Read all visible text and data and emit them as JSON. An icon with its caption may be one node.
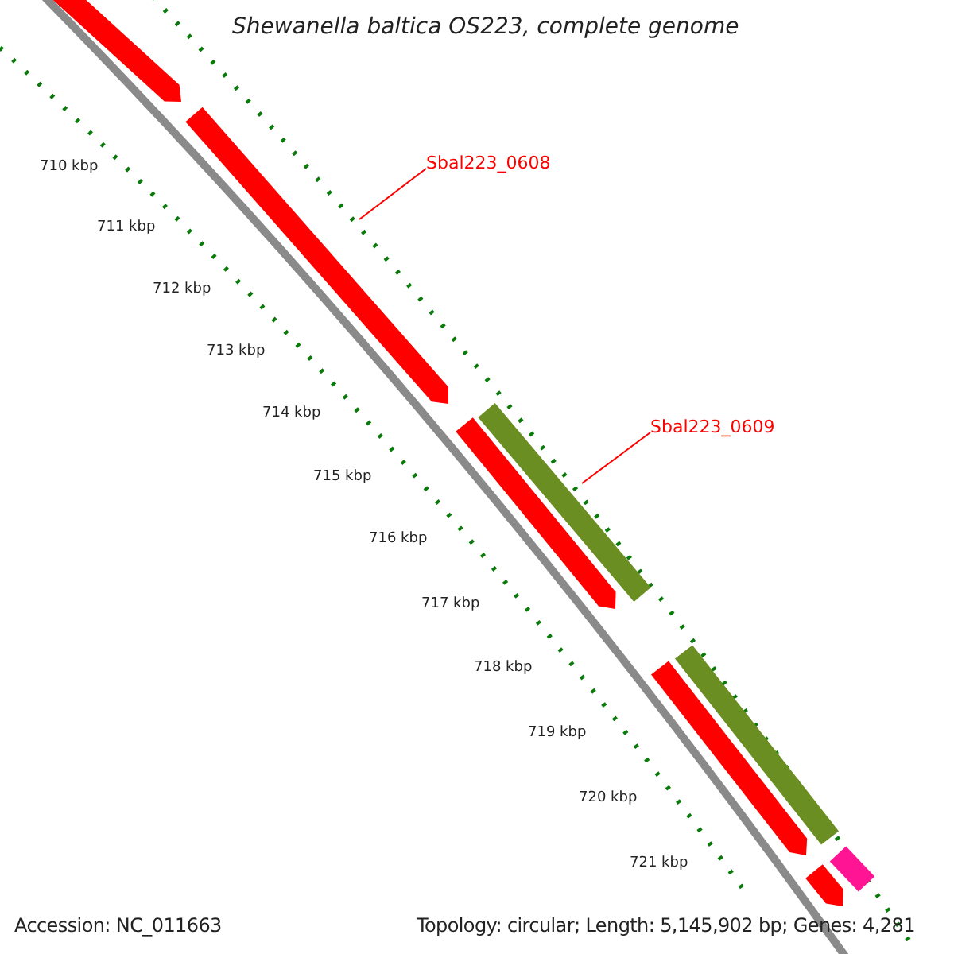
{
  "diagram": {
    "title": "Shewanella baltica OS223, complete genome",
    "nodes": [
      {
        "text": [
          "Sbal223_0608"
        ]
      },
      {
        "text": [],
        "shape": "bar"
      },
      {
        "text": [
          "Sbal223_0609"
        ]
      },
      {
        "text": [],
        "shape": "bar"
      },
      {
        "text": [],
        "shape": "bar"
      },
      {
        "text": [],
        "shape": "bar"
      },
      {
        "text": [],
        "shape": "bar"
      },
      {
        "text": [],
        "shape": "bar"
      },
      {
        "text": [],
        "shape": "bar"
      },
      {
        "text": [],
        "shape": "bar"
      }
    ],
    "edges": [
      {
        "from": 0,
        "to": 1,
        "arrow": "none",
        "color": "#ff0000"
      },
      {
        "from": 2,
        "to": 3,
        "arrow": "none",
        "color": "#ff0000"
      }
    ],
    "labels": [
      "710 kbp",
      "711 kbp",
      "712 kbp",
      "713 kbp",
      "714 kbp",
      "715 kbp",
      "716 kbp",
      "717 kbp",
      "718 kbp",
      "719 kbp",
      "720 kbp",
      "721 kbp",
      "Accession: NC_011663",
      "Topology: circular; Length: 5,145,902 bp; Genes: 4,281"
    ]
  }
}
